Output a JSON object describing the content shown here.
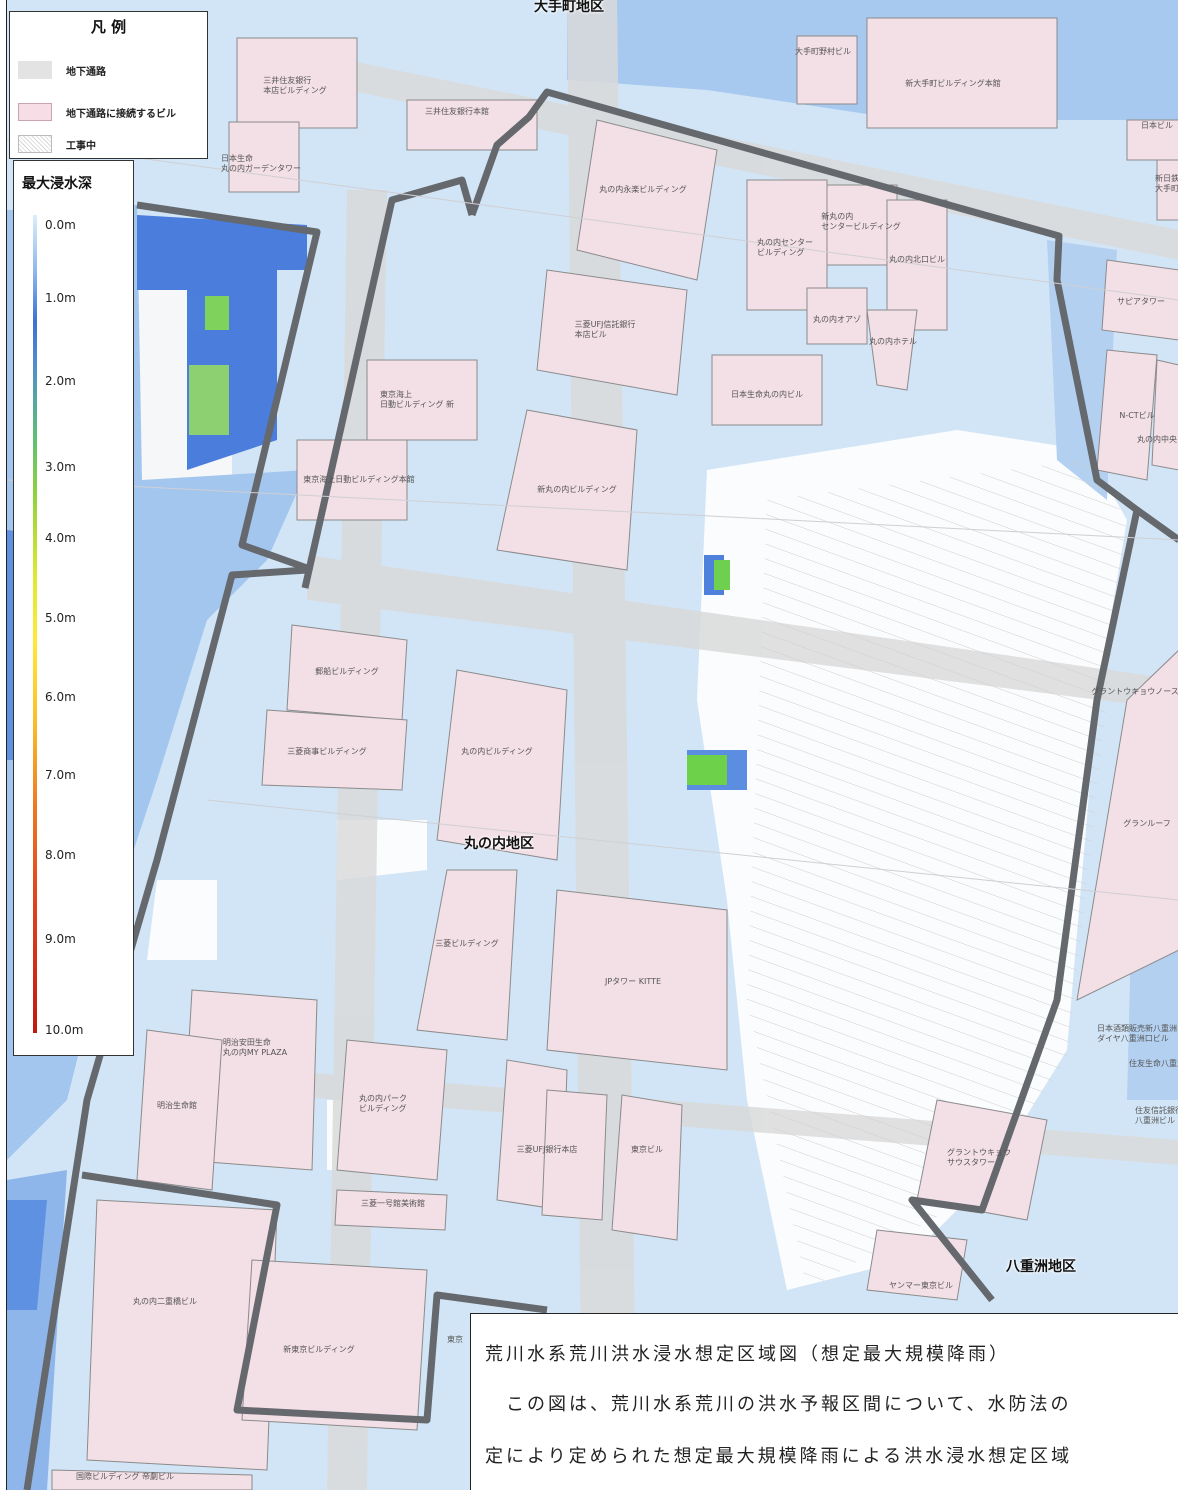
{
  "legend": {
    "title": "凡 例",
    "items": [
      {
        "label": "地下通路",
        "color": "#e3e3e3"
      },
      {
        "label": "地下通路に接続するビル",
        "color": "#f6dde6"
      },
      {
        "label": "工事中",
        "color": "#ececec"
      }
    ]
  },
  "depth_scale": {
    "title": "最大浸水深",
    "ticks": [
      "0.0m",
      "1.0m",
      "2.0m",
      "3.0m",
      "4.0m",
      "5.0m",
      "6.0m",
      "7.0m",
      "8.0m",
      "9.0m",
      "10.0m"
    ]
  },
  "districts": {
    "otemachi": "大手町地区",
    "marunouchi": "丸の内地区",
    "yaesu": "八重洲地区"
  },
  "buildings": {
    "b1": "三井住友銀行\n本店ビルディング",
    "b2": "大手町野村ビル",
    "b3": "新大手町ビルディング本館",
    "b4": "三井住友銀行本館",
    "b5": "日本生命\n丸の内ガーデンタワー",
    "b6": "丸の内永楽ビルディング",
    "b7": "新丸の内\nセンタービルディング",
    "b8": "丸の内センター\nビルディング",
    "b9": "丸の内北口ビル",
    "b10": "三菱UFJ信託銀行\n本店ビル",
    "b11": "丸の内オアゾ",
    "b12": "丸の内ホテル",
    "b13": "東京海上\n日動ビルディング 新",
    "b14": "日本生命丸の内ビル",
    "b15": "東京海上日動ビルディング本館",
    "b16": "新丸の内ビルディング",
    "b17": "郵船ビルディング",
    "b18": "三菱商事ビルディング",
    "b19": "丸の内ビルディング",
    "b20": "三菱ビルディング",
    "b21": "JPタワー KITTE",
    "b22": "明治安田生命\n丸の内MY PLAZA",
    "b23": "明治生命館",
    "b24": "丸の内パーク\nビルディング",
    "b25": "三菱UFJ銀行本店",
    "b26": "東京ビル",
    "b27": "三菱一号館美術館",
    "b28": "グラントウキョウ\nサウスタワー",
    "b29": "丸の内二重橋ビル",
    "b30": "新東京ビルディング",
    "b31": "国際ビルディング 帝劇ビル",
    "b32": "日本酒類販売新八重洲\nダイヤ八重洲口ビル",
    "b33": "住友生命八重洲",
    "b34": "住友信託銀行\n八重洲ビル",
    "b35": "ヤンマー東京ビル",
    "b36": "グランルーフ",
    "b37": "グラントウキョウノースタワー",
    "b38": "サピアタワー",
    "b39": "丸の内中央",
    "b40": "日本ビル",
    "b41": "新日鉄\n大手町",
    "b42": "N-CTビル",
    "b43": "東京"
  },
  "note": {
    "line1": "荒川水系荒川洪水浸水想定区域図（想定最大規模降雨）",
    "line2": "　この図は、荒川水系荒川の洪水予報区間について、水防法の",
    "line3": "定により定められた想定最大規模降雨による洪水浸水想定区域"
  },
  "colors": {
    "flood_light": "#cfe4f6",
    "flood_mid": "#9cc3ee",
    "flood_deep": "#5b8fe0",
    "flood_deeper": "#3f6fd3",
    "flood_green": "#7bd35b",
    "building_fill": "#f3dfe6",
    "boundary": "#606468",
    "underground": "#dcdcdc"
  }
}
